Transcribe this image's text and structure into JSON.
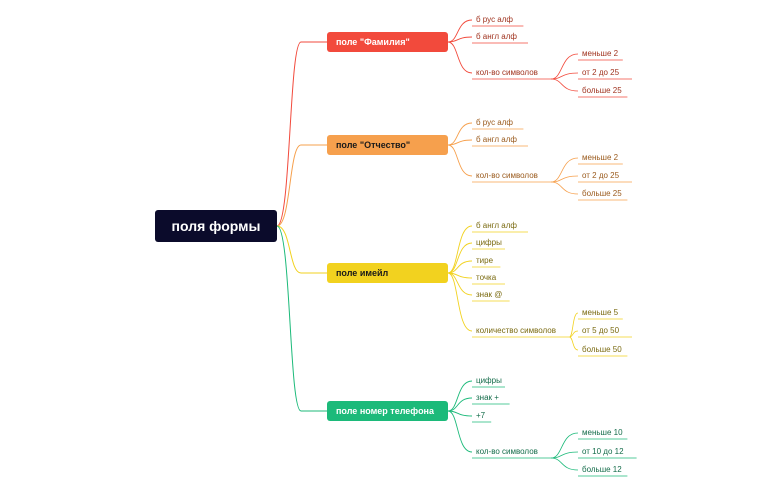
{
  "root": {
    "label": "поля формы"
  },
  "branches": [
    {
      "label": "поле \"Фамилия\"",
      "color": "#f24a3c",
      "text_color": "#ffffff",
      "line_color": "#f24a3c",
      "leaf_text_color": "#a0331f",
      "items": [
        "б рус алф",
        "б англ алф",
        "кол-во символов"
      ],
      "sub_items": [
        "меньше 2",
        "от 2 до 25",
        "больше 25"
      ]
    },
    {
      "label": "поле \"Отчество\"",
      "color": "#f6a04d",
      "text_color": "#1a1a1a",
      "line_color": "#f6a04d",
      "leaf_text_color": "#9a5a1c",
      "items": [
        "б рус алф",
        "б англ алф",
        "кол-во символов"
      ],
      "sub_items": [
        "меньше 2",
        "от 2 до 25",
        "больше 25"
      ]
    },
    {
      "label": "поле имейл",
      "color": "#f2d21f",
      "text_color": "#1a1a1a",
      "line_color": "#f2d21f",
      "leaf_text_color": "#7a6a10",
      "items": [
        "б англ алф",
        "цифры",
        "тире",
        "точка",
        "знак @",
        "количество символов"
      ],
      "sub_items": [
        "меньше 5",
        "от 5 до 50",
        "больше 50"
      ]
    },
    {
      "label": "поле номер телефона",
      "color": "#1cba7a",
      "text_color": "#ffffff",
      "line_color": "#1cba7a",
      "leaf_text_color": "#146c4a",
      "items": [
        "цифры",
        "знак +",
        "+7",
        "кол-во символов"
      ],
      "sub_items": [
        "меньше 10",
        "от 10 до 12",
        "больше 12"
      ]
    }
  ]
}
